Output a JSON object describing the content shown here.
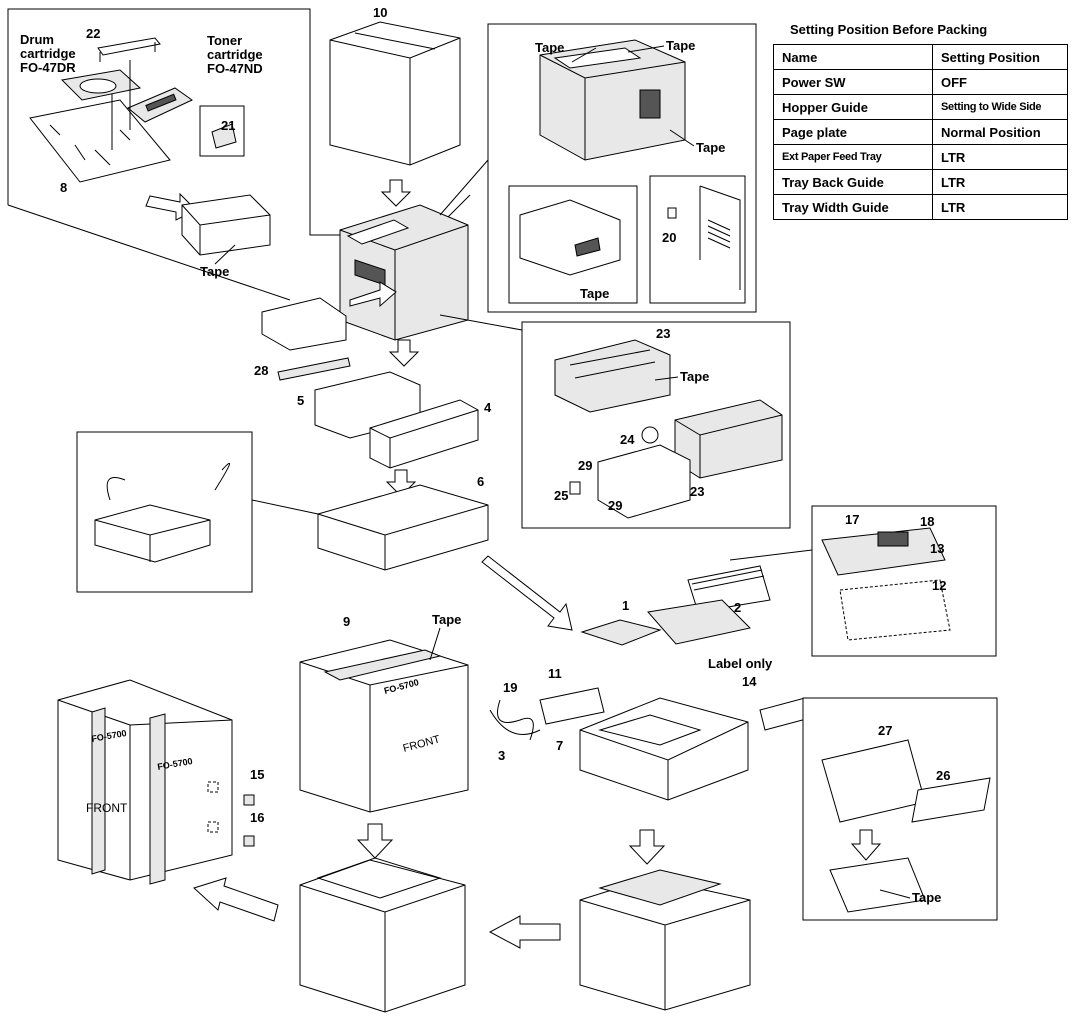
{
  "table": {
    "title": "Setting Position Before Packing",
    "headers": [
      "Name",
      "Setting Position"
    ],
    "rows": [
      [
        "Power SW",
        "OFF"
      ],
      [
        "Hopper Guide",
        "Setting to Wide Side"
      ],
      [
        "Page plate",
        "Normal Position"
      ],
      [
        "Ext Paper Feed Tray",
        "LTR"
      ],
      [
        "Tray Back Guide",
        "LTR"
      ],
      [
        "Tray Width Guide",
        "LTR"
      ]
    ]
  },
  "labels": {
    "drum": "Drum\ncartridge\nFO-47DR",
    "toner": "Toner\ncartridge\nFO-47ND",
    "tape": "Tape",
    "label_only": "Label only",
    "front": "FRONT",
    "model": "FO-5700"
  },
  "part_numbers": [
    "1",
    "2",
    "3",
    "4",
    "5",
    "6",
    "7",
    "8",
    "9",
    "10",
    "11",
    "12",
    "13",
    "14",
    "15",
    "16",
    "17",
    "18",
    "19",
    "20",
    "21",
    "22",
    "23",
    "24",
    "25",
    "26",
    "27",
    "28",
    "29"
  ]
}
